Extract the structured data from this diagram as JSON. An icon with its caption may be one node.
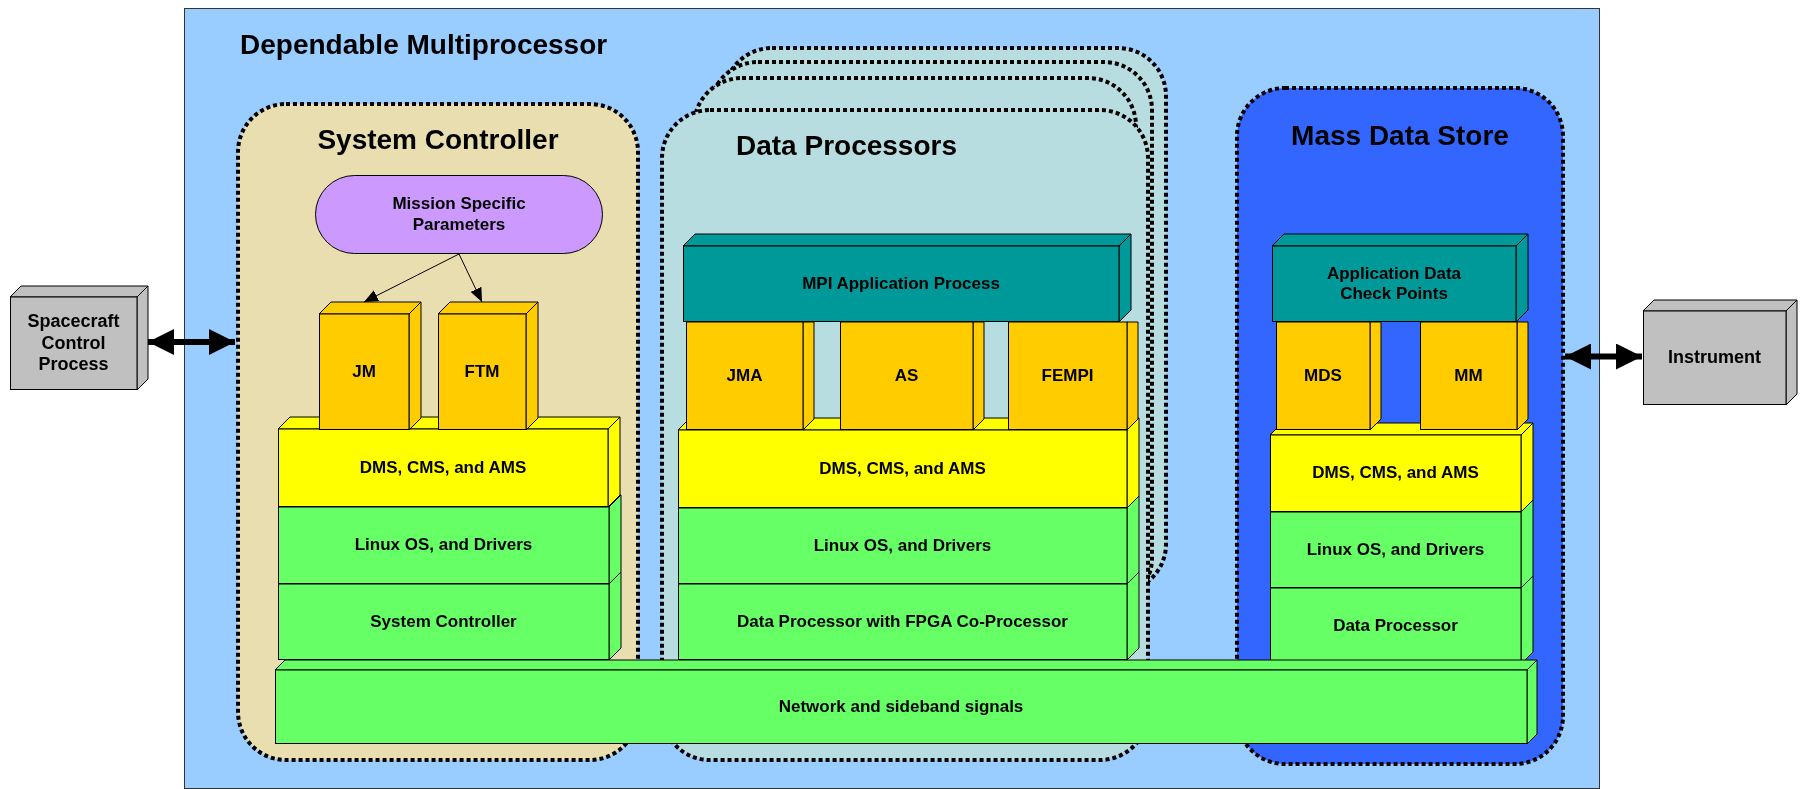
{
  "diagram": {
    "nodes": [
      {
        "text": [
          "Spacecraft Control Process"
        ]
      },
      {
        "text": [
          "Dependable Multiprocessor"
        ]
      },
      {
        "text": [
          "System Controller"
        ],
        "in": 1
      },
      {
        "text": [
          "Mission Specific Parameters"
        ],
        "in": 2
      },
      {
        "text": [
          "JM"
        ],
        "in": 2
      },
      {
        "text": [
          "FTM"
        ],
        "in": 2
      },
      {
        "text": [
          "DMS, CMS, and AMS"
        ],
        "in": 2
      },
      {
        "text": [
          "Linux OS, and Drivers"
        ],
        "in": 2
      },
      {
        "text": [
          "System Controller"
        ],
        "in": 2
      },
      {
        "text": [
          "Data Processors"
        ],
        "in": 1
      },
      {
        "text": [
          "MPI Application Process"
        ],
        "in": 9
      },
      {
        "text": [
          "JMA"
        ],
        "in": 9
      },
      {
        "text": [
          "AS"
        ],
        "in": 9
      },
      {
        "text": [
          "FEMPI"
        ],
        "in": 9
      },
      {
        "text": [
          "DMS, CMS, and AMS"
        ],
        "in": 9
      },
      {
        "text": [
          "Linux OS, and Drivers"
        ],
        "in": 9
      },
      {
        "text": [
          "Data Processor with FPGA Co-Processor"
        ],
        "in": 9
      },
      {
        "text": [
          "Mass Data Store"
        ],
        "in": 1
      },
      {
        "text": [
          "Application Data Check Points"
        ],
        "in": 17
      },
      {
        "text": [
          "MDS"
        ],
        "in": 17
      },
      {
        "text": [
          "MM"
        ],
        "in": 17
      },
      {
        "text": [
          "DMS, CMS, and AMS"
        ],
        "in": 17
      },
      {
        "text": [
          "Linux OS, and Drivers"
        ],
        "in": 17
      },
      {
        "text": [
          "Data Processor"
        ],
        "in": 17
      },
      {
        "text": [
          "Network and sideband signals"
        ],
        "in": 1
      },
      {
        "text": [
          "Instrument"
        ]
      }
    ],
    "edges": [
      {
        "from": 0,
        "to": 2,
        "arrow": "both",
        "style": "thick"
      },
      {
        "from": 3,
        "to": 4,
        "arrow": "to"
      },
      {
        "from": 3,
        "to": 5,
        "arrow": "to"
      },
      {
        "from": 17,
        "to": 25,
        "arrow": "both",
        "style": "thick"
      }
    ]
  }
}
